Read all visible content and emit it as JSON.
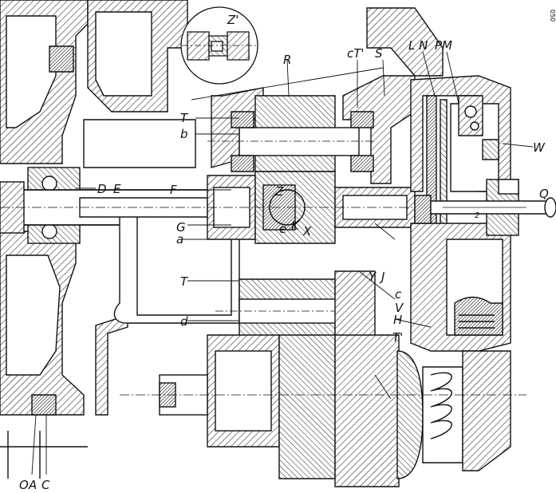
{
  "figure": {
    "sheet_number": "050",
    "labels": {
      "Z_prime": "Z'",
      "R": "R",
      "cT_prime": "cT'",
      "S": "S",
      "LN": "L N",
      "PM": "PM",
      "T_top": "T",
      "b": "b",
      "W": "W",
      "D": "D",
      "E": "E",
      "F": "F",
      "Z": "Z",
      "Q": "Q",
      "dim_2": "2",
      "G": "G",
      "a": "a",
      "e": "e",
      "K": "K",
      "X": "X",
      "T_mid": "T",
      "Y": "Y",
      "J": "J",
      "c": "c",
      "V": "V",
      "H": "H",
      "d": "d",
      "T_prime_low": "T'",
      "O": "O",
      "A": "A",
      "C": "C"
    }
  }
}
